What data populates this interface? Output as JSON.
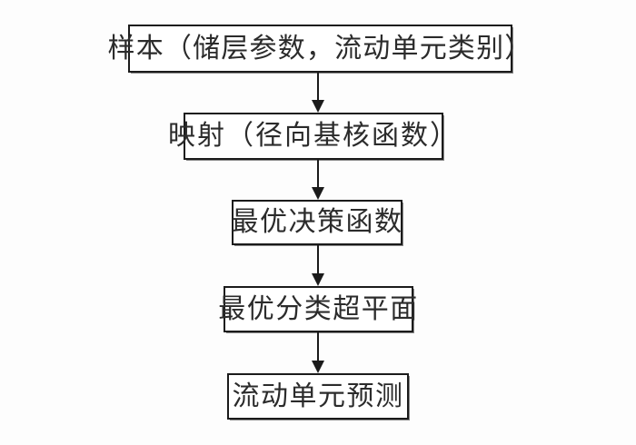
{
  "diagram": {
    "title": "",
    "type": "vertical-flowchart",
    "orientation": "top-to-bottom",
    "background_color": "#fdfdfd",
    "border_color": "#1b1b1b",
    "text_color": "#2b2b2b",
    "nodes": [
      {
        "id": "sample",
        "label": "样本（储层参数，流动单元类别）",
        "shape": "rectangle"
      },
      {
        "id": "mapping",
        "label": "映射（径向基核函数）",
        "shape": "rectangle"
      },
      {
        "id": "decision",
        "label": "最优决策函数",
        "shape": "rectangle"
      },
      {
        "id": "hyperplane",
        "label": "最优分类超平面",
        "shape": "rectangle"
      },
      {
        "id": "prediction",
        "label": "流动单元预测",
        "shape": "rectangle"
      }
    ],
    "edges": [
      {
        "id": "e1",
        "from": "sample",
        "to": "mapping",
        "label": "",
        "arrow": "down"
      },
      {
        "id": "e2",
        "from": "mapping",
        "to": "decision",
        "label": "",
        "arrow": "down"
      },
      {
        "id": "e3",
        "from": "decision",
        "to": "hyperplane",
        "label": "",
        "arrow": "down"
      },
      {
        "id": "e4",
        "from": "hyperplane",
        "to": "prediction",
        "label": "",
        "arrow": "down"
      }
    ]
  }
}
